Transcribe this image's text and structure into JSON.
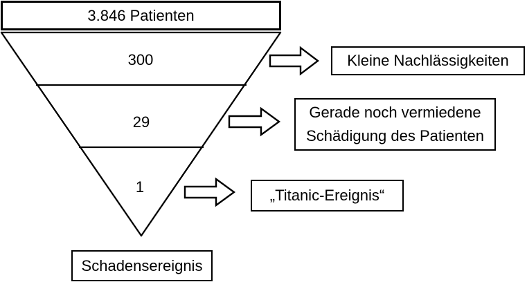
{
  "diagram": {
    "title_implied": "Fehler-Pyramide",
    "top_box": "3.846 Patienten",
    "bottom_box": "Schadensereignis",
    "levels": [
      {
        "value": "300",
        "callout": "Kleine Nachlässigkeiten"
      },
      {
        "value": "29",
        "callout": "Gerade noch vermiedene Schädigung des Patienten"
      },
      {
        "value": "1",
        "callout": "„Titanic-Ereignis“"
      }
    ],
    "callouts": [
      {
        "lines": [
          "Kleine Nachlässigkeiten"
        ]
      },
      {
        "lines": [
          "Gerade noch vermiedene",
          "Schädigung des Patienten"
        ]
      },
      {
        "lines": [
          "„Titanic-Ereignis“"
        ]
      }
    ]
  },
  "colors": {
    "line": "#000000",
    "background": "#ffffff",
    "text": "#000000"
  }
}
